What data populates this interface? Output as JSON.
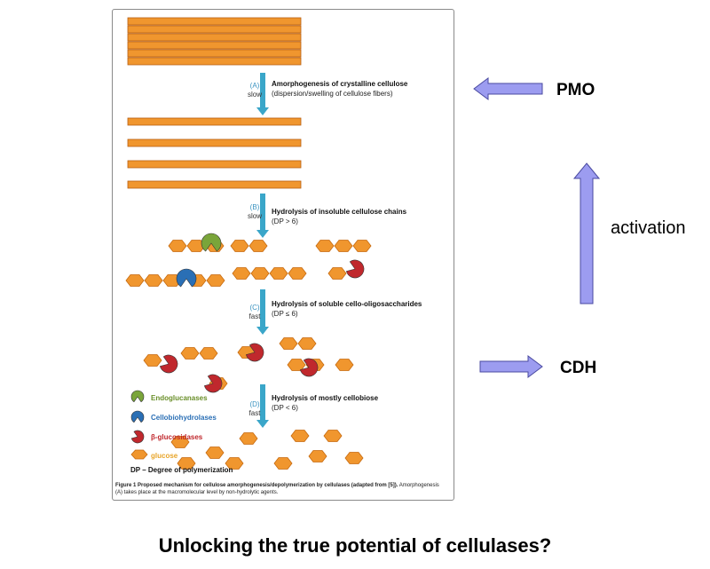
{
  "figure": {
    "steps": [
      {
        "label": "(A)",
        "speed": "slow",
        "title": "Amorphogenesis of crystalline cellulose",
        "subtitle": "(dispersion/swelling of cellulose fibers)"
      },
      {
        "label": "(B)",
        "speed": "slow",
        "title": "Hydrolysis of insoluble cellulose chains",
        "subtitle": "(DP > 6)"
      },
      {
        "label": "(C)",
        "speed": "fast",
        "title": "Hydrolysis of soluble cello-oligosaccharides",
        "subtitle": "(DP ≤ 6)"
      },
      {
        "label": "(D)",
        "speed": "fast",
        "title": "Hydrolysis of mostly cellobiose",
        "subtitle": "(DP < 6)"
      }
    ],
    "legend": [
      {
        "label": "Endoglucanases",
        "color": "#6a8f2a",
        "icon": "endoglucanase-icon"
      },
      {
        "label": "Cellobiohydrolases",
        "color": "#2a6fb5",
        "icon": "cellobiohydrolase-icon"
      },
      {
        "label": "β-glucosidases",
        "color": "#c0282d",
        "icon": "beta-glucosidase-icon"
      },
      {
        "label": "glucose",
        "color": "#e8a52a",
        "icon": "glucose-icon"
      },
      {
        "label": "DP – Degree of polymerization",
        "color": "#111111"
      }
    ],
    "caption_bold": "Figure 1 Proposed mechanism for cellulose amorphogenesis/depolymerization by cellulases (adapted from [5]).",
    "caption_rest": " Amorphogenesis (A) takes place at the macromolecular level by non-hydrolytic agents.",
    "colors": {
      "fiber": "#f0962e",
      "fiber_stroke": "#b85f12",
      "arrow": "#3aa6c9",
      "glucose": "#f0962e",
      "glucose_stroke": "#c66a10"
    }
  },
  "annotations": {
    "pmo": "PMO",
    "cdh": "CDH",
    "activation": "activation",
    "arrow_fill": "#9c9cf0",
    "arrow_stroke": "#4a4aa0"
  },
  "title": "Unlocking the true potential of cellulases?"
}
